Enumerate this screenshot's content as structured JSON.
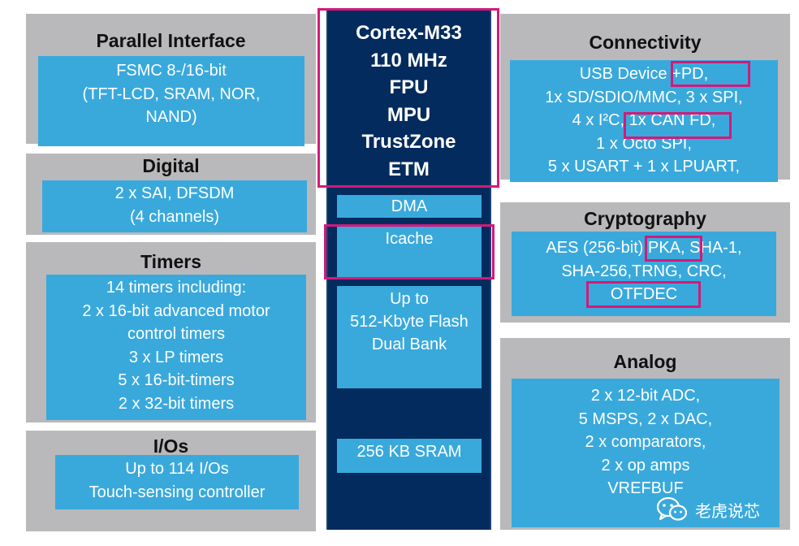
{
  "core": {
    "lines": [
      "Cortex-M33",
      "110 MHz",
      "FPU",
      "MPU",
      "TrustZone",
      "ETM"
    ],
    "dma": "DMA",
    "icache": "Icache",
    "flash": [
      "Up to",
      "512-Kbyte Flash",
      "Dual Bank"
    ],
    "sram": "256 KB SRAM"
  },
  "parallel": {
    "title": "Parallel Interface",
    "lines": [
      "FSMC 8-/16-bit",
      "(TFT-LCD, SRAM, NOR,",
      "NAND)"
    ]
  },
  "digital": {
    "title": "Digital",
    "lines": [
      "2 x SAI, DFSDM",
      "(4 channels)"
    ]
  },
  "timers": {
    "title": "Timers",
    "lines": [
      "14 timers including:",
      "2 x 16-bit advanced motor",
      "control timers",
      "3 x LP timers",
      "5 x 16-bit-timers",
      "2 x 32-bit timers"
    ]
  },
  "ios": {
    "title": "I/Os",
    "lines": [
      "Up to 114 I/Os",
      "Touch-sensing controller"
    ]
  },
  "connectivity": {
    "title": "Connectivity",
    "lines": [
      "USB Device +PD,",
      "1x SD/SDIO/MMC, 3 x SPI,",
      "4 x I²C, 1x CAN FD,",
      "1 x Octo SPI,",
      "5 x USART + 1 x LPUART,"
    ]
  },
  "cryptography": {
    "title": "Cryptography",
    "lines": [
      "AES (256-bit) PKA, SHA-1,",
      "SHA-256,TRNG, CRC,",
      "OTFDEC"
    ]
  },
  "analog": {
    "title": "Analog",
    "lines": [
      "2 x 12-bit ADC,",
      "5 MSPS, 2 x DAC,",
      "2 x comparators,",
      "2 x op amps",
      "VREFBUF"
    ]
  },
  "watermark": {
    "text": "老虎说芯",
    "icon": "wechat-icon"
  },
  "colors": {
    "panel": "#b9b9bb",
    "block": "#39a9dc",
    "core": "#032b5e",
    "highlight": "#d21a7a"
  }
}
